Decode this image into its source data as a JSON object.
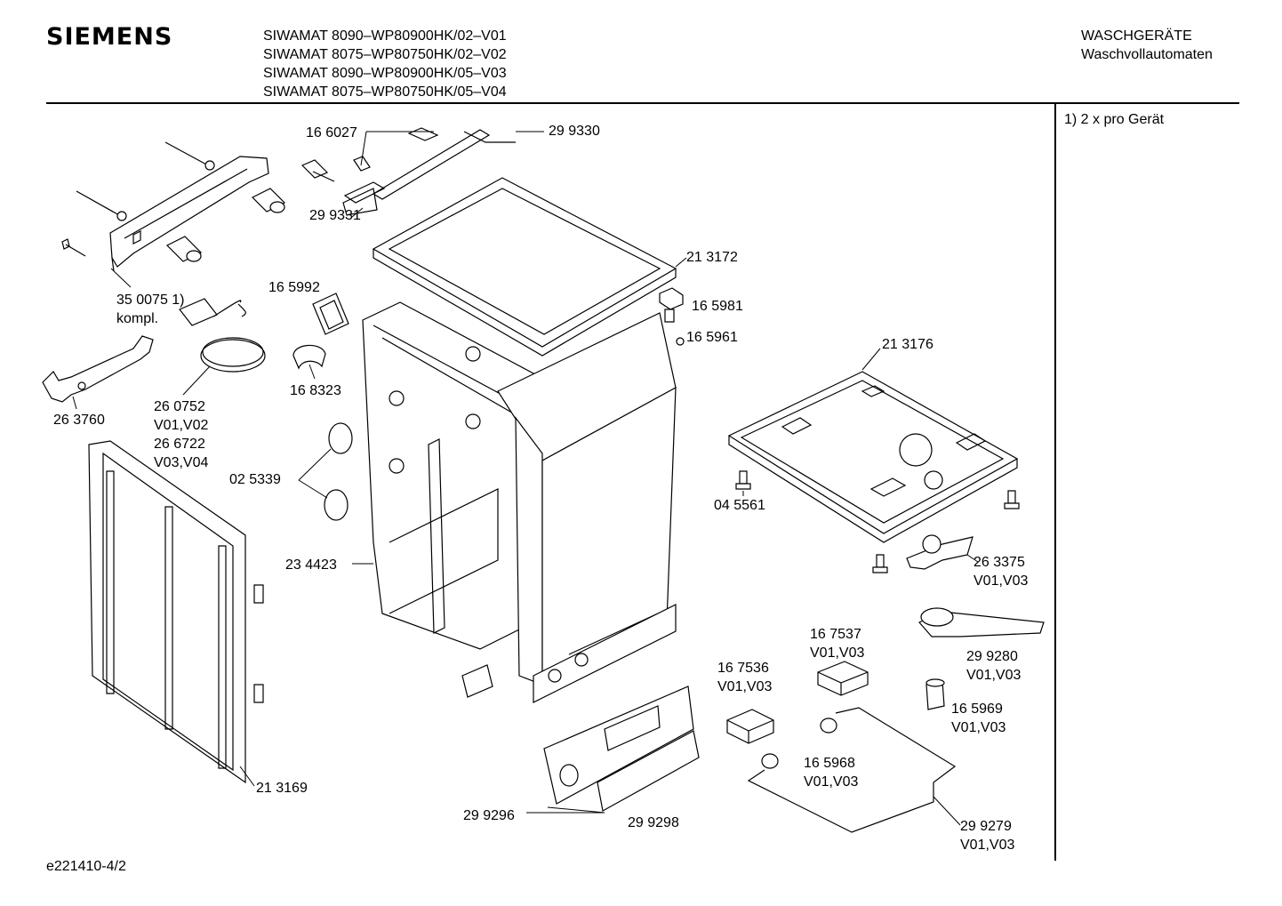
{
  "header": {
    "brand": "SIEMENS",
    "models": [
      "SIWAMAT 8090–WP80900HK/02–V01",
      "SIWAMAT 8075–WP80750HK/02–V02",
      "SIWAMAT 8090–WP80900HK/05–V03",
      "SIWAMAT 8075–WP80750HK/05–V04"
    ],
    "category": [
      "WASCHGERÄTE",
      "Waschvollautomaten"
    ]
  },
  "note": "1) 2 x pro Gerät",
  "doc_id": "e221410-4/2",
  "labels": {
    "p166027": "16 6027",
    "p299330": "29 9330",
    "p299331": "29 9331",
    "p213172": "21 3172",
    "p165992": "16 5992",
    "p165981": "16 5981",
    "p165961": "16 5961",
    "p350075": "35 0075 1)",
    "kompl": "kompl.",
    "p213176": "21 3176",
    "p168323": "16 8323",
    "p263760": "26 3760",
    "p260752": "26 0752",
    "v01v02": "V01,V02",
    "p266722": "26 6722",
    "v03v04": "V03,V04",
    "p025339": "02 5339",
    "p045561": "04 5561",
    "p234423": "23 4423",
    "p263375": "26 3375",
    "p263375v": "V01,V03",
    "p167537": "16 7537",
    "p167537v": "V01,V03",
    "p299280": "29 9280",
    "p299280v": "V01,V03",
    "p167536": "16 7536",
    "p167536v": "V01,V03",
    "p165969": "16 5969",
    "p165969v": "V01,V03",
    "p165968": "16 5968",
    "p165968v": "V01,V03",
    "p213169": "21 3169",
    "p299296": "29 9296",
    "p299298": "29 9298",
    "p299279": "29 9279",
    "p299279v": "V01,V03"
  }
}
